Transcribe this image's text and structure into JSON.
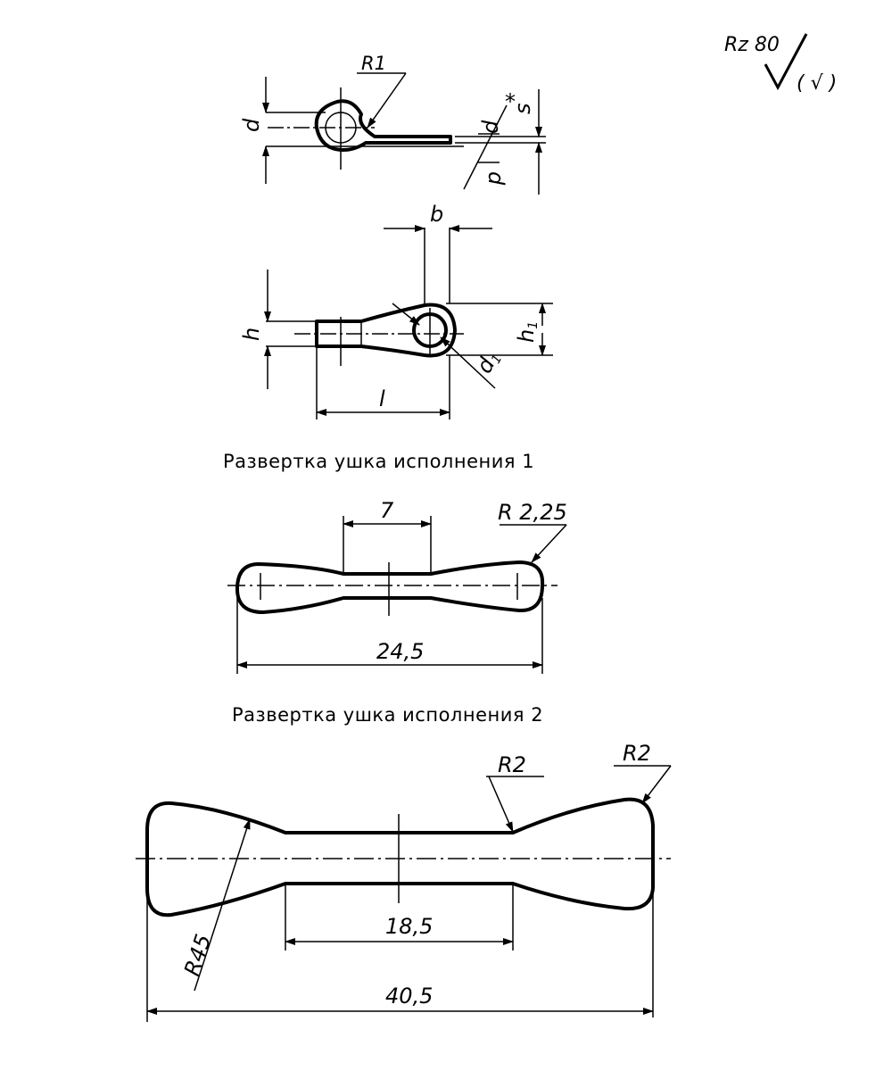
{
  "roughness": {
    "label": "Rz 80",
    "symbol": "√",
    "bracket_symbol": "( √ )"
  },
  "side_view": {
    "radius_label": "R1",
    "d_label": "d",
    "s_label": "s",
    "d1_label": "d",
    "star": "*"
  },
  "top_view": {
    "b_label": "b",
    "h_label": "h",
    "h1_label": "h",
    "h1_sub": "1",
    "l_label": "l",
    "d1_label": "d",
    "d1_sub": "1"
  },
  "variant1": {
    "caption": "Развертка ушка исполнения 1",
    "width_label": "7",
    "radius_label": "R 2,25",
    "length_label": "24,5"
  },
  "variant2": {
    "caption": "Развертка ушка исполнения 2",
    "radius_left_label": "R2",
    "radius_right_label": "R2",
    "radius_arc_label": "R45",
    "inner_length_label": "18,5",
    "total_length_label": "40,5"
  }
}
